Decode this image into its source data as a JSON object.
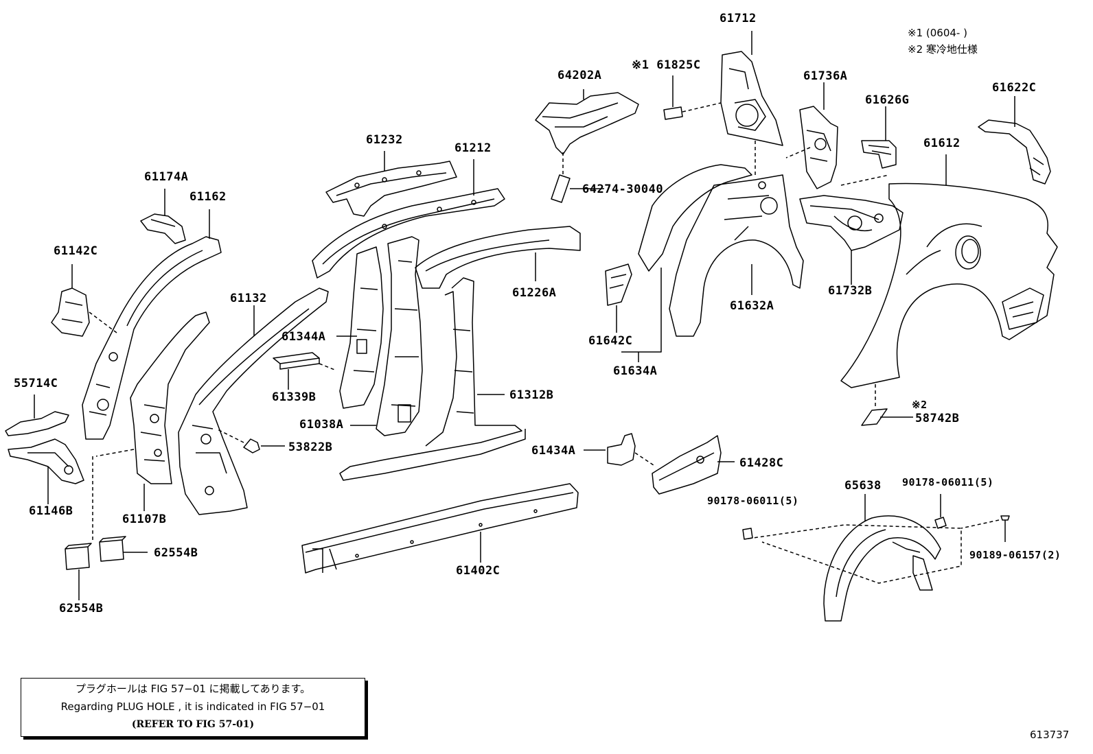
{
  "notes": {
    "line1": "※1 (0604-      )",
    "line2": "※2 寒冷地仕様"
  },
  "labels": {
    "p61712": "61712",
    "p61825C": "※1 61825C",
    "p64202A": "64202A",
    "p61736A": "61736A",
    "p61626G": "61626G",
    "p61622C": "61622C",
    "p61612": "61612",
    "p61232": "61232",
    "p61212": "61212",
    "p64274": "64274-30040",
    "p61174A": "61174A",
    "p61162": "61162",
    "p61142C": "61142C",
    "p61132": "61132",
    "p61226A": "61226A",
    "p61344A": "61344A",
    "p61632A": "61632A",
    "p61732B": "61732B",
    "p61642C": "61642C",
    "p61634A": "61634A",
    "p55714C": "55714C",
    "p61339B": "61339B",
    "p61312B": "61312B",
    "p61038A": "61038A",
    "p53822B": "53822B",
    "p61434A": "61434A",
    "p61428C": "61428C",
    "p58742B_note": "※2",
    "p58742B": "58742B",
    "p61146B": "61146B",
    "p61107B": "61107B",
    "p65638": "65638",
    "p90178a": "90178-06011(5)",
    "p90178b": "90178-06011(5)",
    "p90189": "90189-06157(2)",
    "p62554B_a": "62554B",
    "p62554B_b": "62554B",
    "p61402C": "61402C"
  },
  "notebox": {
    "jp": "プラグホールは FIG 57−01 に掲載してあります。",
    "en": "Regarding  PLUG  HOLE , it is indicated in  FIG  57−01",
    "ref": "(REFER TO FIG 57-01)"
  },
  "figure_number": "613737"
}
